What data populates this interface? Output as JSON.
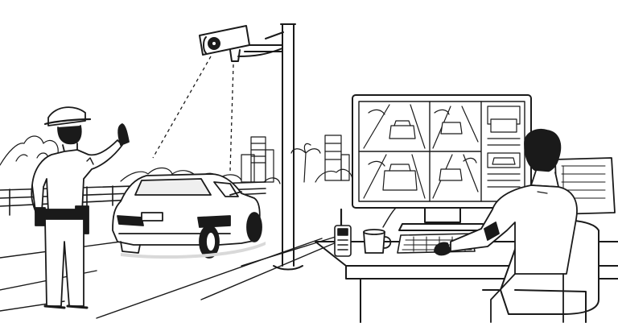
{
  "illustration": {
    "style": "black-and-white line drawing",
    "palette": {
      "ink": "#1a1a1a",
      "paper": "#ffffff",
      "shade": "#d9d9d9",
      "light_shade": "#efefef"
    },
    "subjects": [
      "traffic-officer-signaling",
      "sedan-rear-view",
      "cctv-camera-on-pole",
      "monitoring-desk-with-screen",
      "seated-operator",
      "walkie-talkie",
      "coffee-mug",
      "keyboard"
    ],
    "screen_tiles": [
      "car-front-view",
      "car-on-road",
      "car-front-view",
      "car-on-road",
      "vehicle-thumbnail",
      "vehicle-thumbnail"
    ]
  }
}
